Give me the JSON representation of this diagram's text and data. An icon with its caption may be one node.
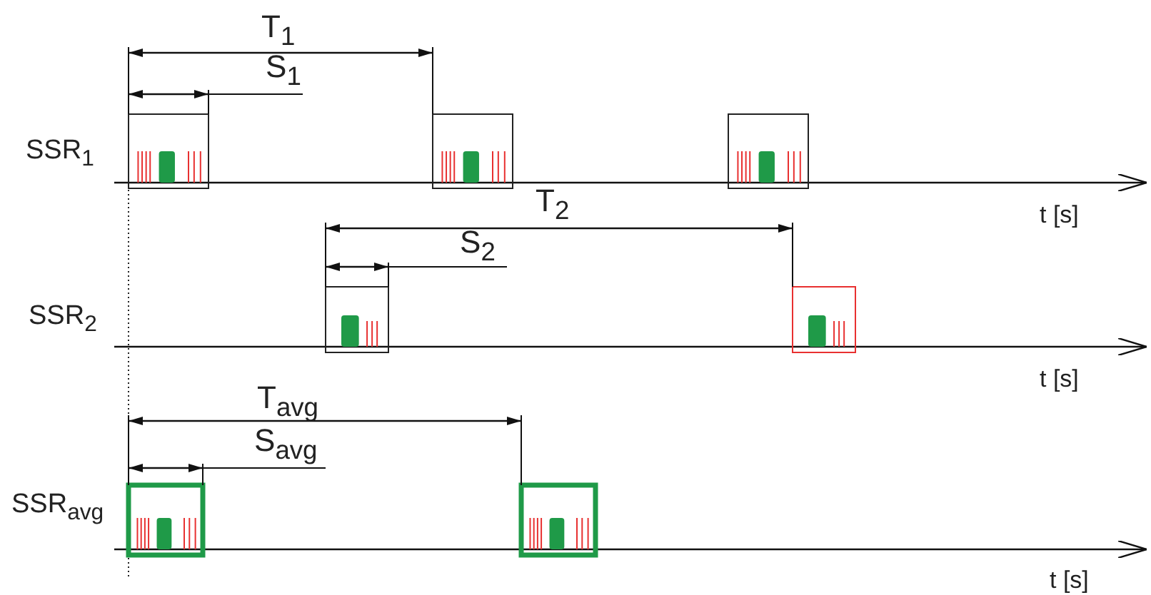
{
  "diagram": {
    "labels": [
      "T$_{1}$",
      "S$_{1}$",
      "SSR$_{1}$",
      "t [s]",
      "T$_{2}$",
      "S$_{2}$",
      "SSR$_{2}$",
      "t [s]",
      "T$_{avg}$",
      "S$_{avg}$",
      "SSR$_{avg}$",
      "t [s]"
    ]
  }
}
